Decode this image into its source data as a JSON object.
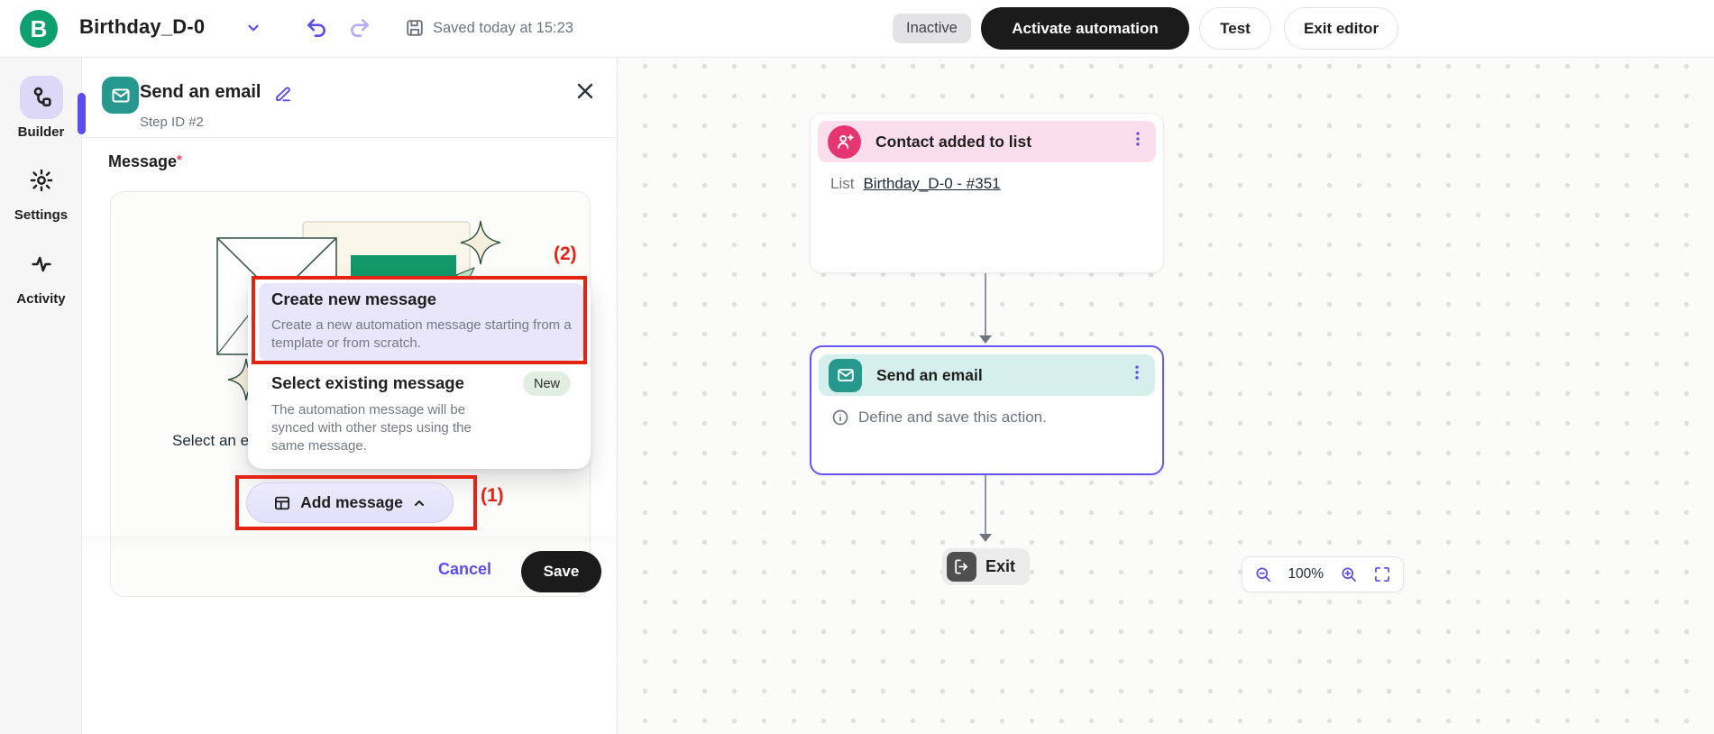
{
  "header": {
    "logo_letter": "B",
    "title": "Birthday_D-0",
    "saved_status": "Saved today at 15:23",
    "status_badge": "Inactive",
    "buttons": {
      "activate": "Activate automation",
      "test": "Test",
      "exit": "Exit editor"
    }
  },
  "sidebar": {
    "items": [
      {
        "label": "Builder"
      },
      {
        "label": "Settings"
      },
      {
        "label": "Activity"
      }
    ]
  },
  "panel": {
    "title": "Send an email",
    "step_id": "Step ID #2",
    "field_label": "Message",
    "required_mark": "*",
    "illustration_caption": "Select an e",
    "dropdown": {
      "items": [
        {
          "title": "Create new message",
          "description": "Create a new automation message starting from a template or from scratch."
        },
        {
          "title": "Select existing message",
          "badge": "New",
          "description": "The automation message will be synced with other steps using the same message."
        }
      ]
    },
    "add_message_label": "Add message",
    "annotation_1": "(1)",
    "annotation_2": "(2)",
    "cancel_label": "Cancel",
    "save_label": "Save"
  },
  "canvas": {
    "nodes": [
      {
        "title": "Contact added to list",
        "body_prefix": "List",
        "body_link": "Birthday_D-0 - #351"
      },
      {
        "title": "Send an email",
        "body": "Define and save this action."
      },
      {
        "title": "Exit"
      }
    ],
    "zoom_level": "100%"
  },
  "colors": {
    "accent": "#5B4DF0",
    "brand_green": "#0D9F6D",
    "node_pink": "#E73572",
    "node_teal": "#27988D",
    "annotation_red": "#E42313",
    "dark_button": "#1B1B1B"
  }
}
